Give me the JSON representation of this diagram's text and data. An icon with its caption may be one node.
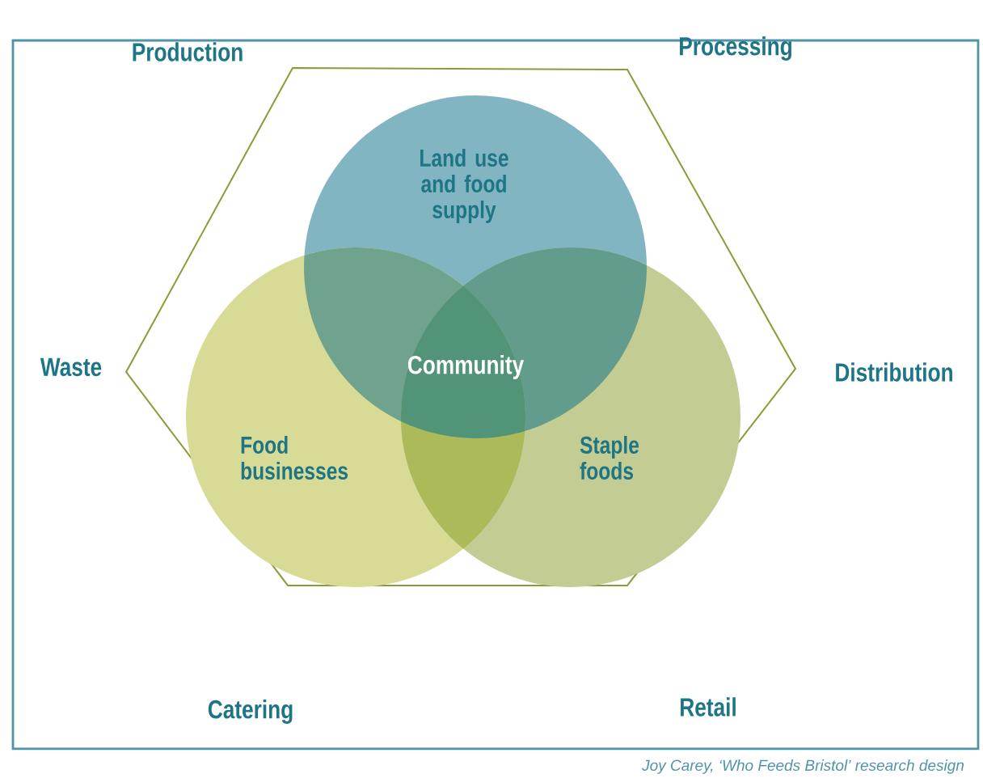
{
  "diagram": {
    "caption": "Joy Carey, ‘Who Feeds Bristol’ research design",
    "nodes": [
      {
        "text": [
          "Land use and food supply"
        ]
      },
      {
        "text": [
          "Food businesses"
        ]
      },
      {
        "text": [
          "Staple foods"
        ]
      }
    ],
    "labels": [
      "Production",
      "Processing",
      "Waste",
      "Community",
      "Distribution",
      "Catering",
      "Retail"
    ]
  }
}
